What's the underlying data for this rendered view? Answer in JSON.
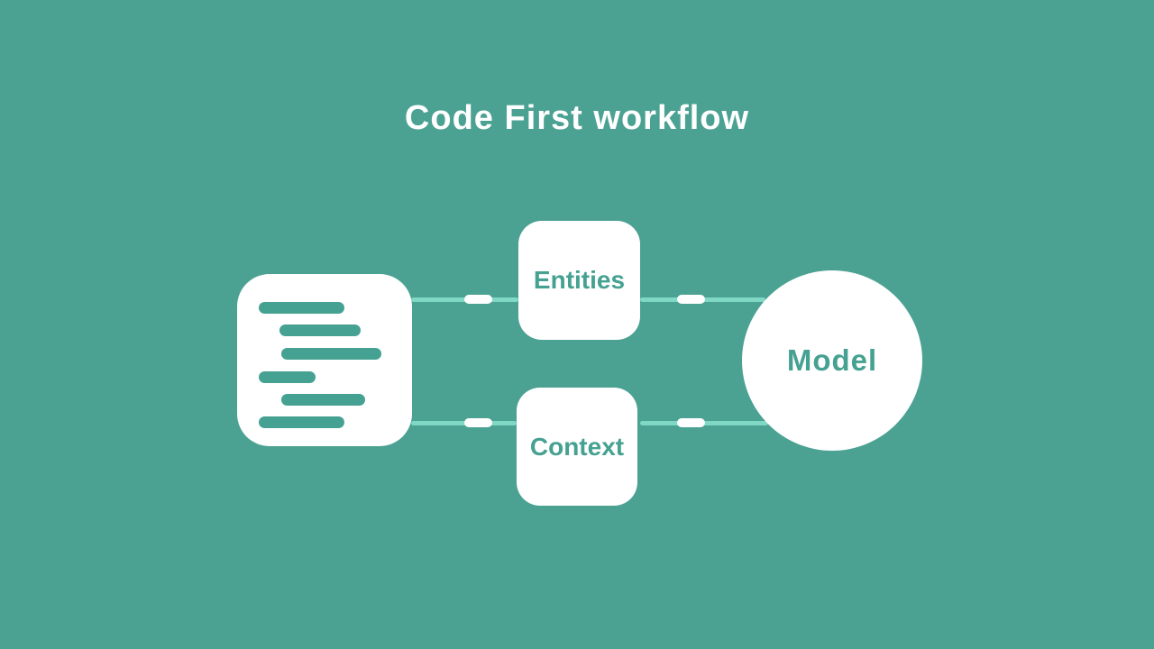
{
  "title": "Code First workflow",
  "colors": {
    "background": "#4BA293",
    "accent": "#45A191",
    "connector": "#7FD8C4",
    "node_background": "#FFFFFF",
    "title_text": "#FFFFFF"
  },
  "nodes": {
    "code_file": {
      "icon": "code-lines-icon"
    },
    "entities": {
      "label": "Entities"
    },
    "context": {
      "label": "Context"
    },
    "model": {
      "label": "Model"
    }
  },
  "connections": [
    {
      "from": "code_file",
      "to": "entities",
      "style": "line-with-white-dash"
    },
    {
      "from": "entities",
      "to": "model",
      "style": "line-with-white-dash"
    },
    {
      "from": "code_file",
      "to": "context",
      "style": "line-with-white-dash"
    },
    {
      "from": "context",
      "to": "model",
      "style": "line-with-white-dash"
    }
  ]
}
